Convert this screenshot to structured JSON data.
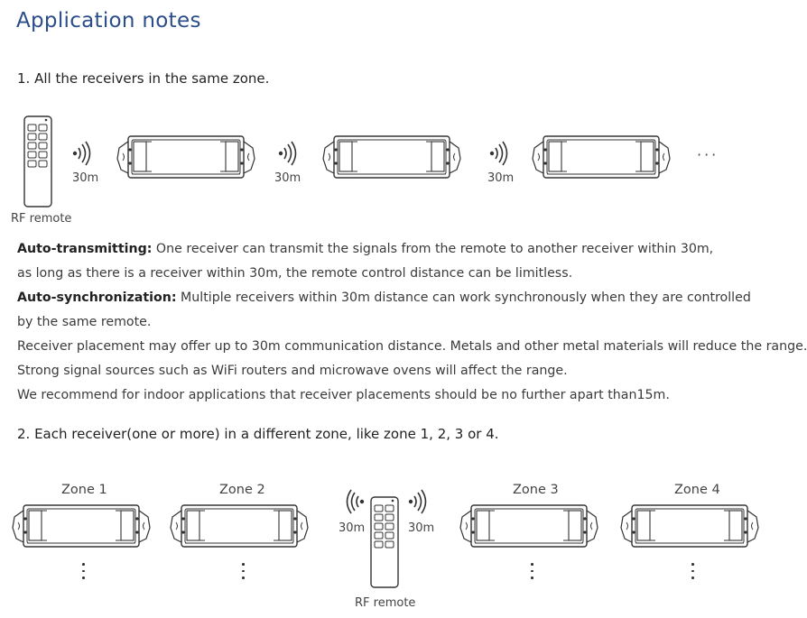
{
  "title": "Application notes",
  "section1": {
    "heading": "1. All the receivers in the same zone.",
    "distance_label": "30m",
    "remote_label": "RF remote",
    "ellipsis": "···"
  },
  "paragraphs": {
    "p1_bold": "Auto-transmitting:",
    "p1_text": " One receiver can transmit the signals from the remote to another receiver within 30m,",
    "p1_line2": "as long as there is a receiver within 30m, the remote control distance can be limitless.",
    "p2_bold": "Auto-synchronization:",
    "p2_text": " Multiple receivers within 30m distance can work synchronously when they are controlled",
    "p2_line2": "by the same remote.",
    "p3": "Receiver placement may offer up to 30m communication distance. Metals and other metal materials will reduce the range.",
    "p4": "Strong signal sources such as WiFi routers and microwave ovens will affect the range.",
    "p5": "We recommend for indoor applications that receiver placements should be no further apart than15m."
  },
  "section2": {
    "heading": "2. Each receiver(one or more) in a different zone, like zone 1, 2, 3 or 4.",
    "zones": [
      "Zone 1",
      "Zone 2",
      "Zone 3",
      "Zone 4"
    ],
    "distance_label": "30m",
    "remote_label": "RF remote"
  },
  "icons": {
    "remote": "rf-remote-icon",
    "receiver": "receiver-device-icon",
    "signal": "wireless-signal-icon"
  }
}
